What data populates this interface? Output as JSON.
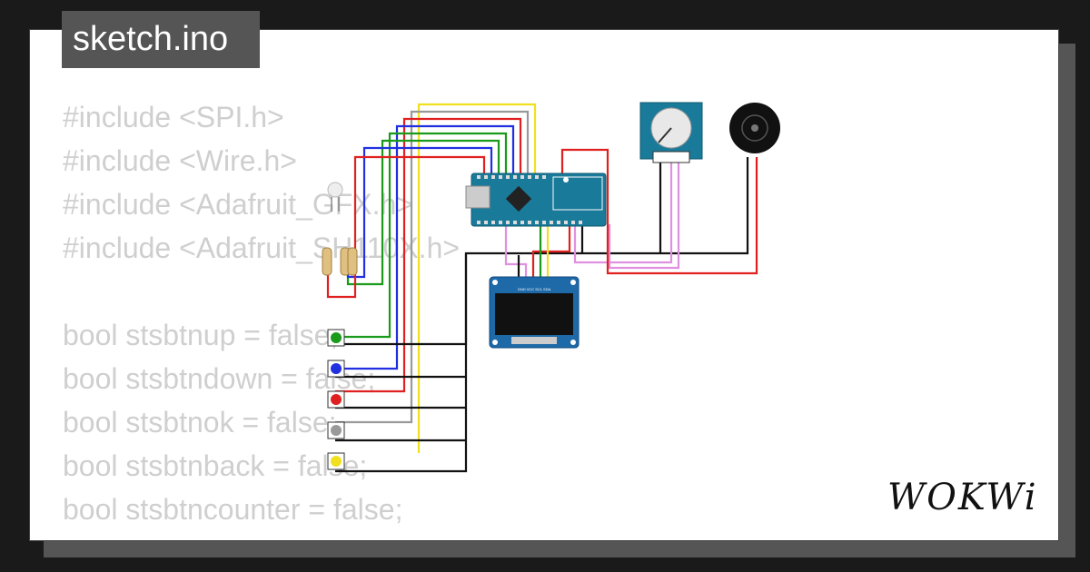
{
  "title": "sketch.ino",
  "code_lines": [
    "#include <SPI.h>",
    "#include <Wire.h>",
    "#include <Adafruit_GFX.h>",
    "#include <Adafruit_SH110X.h>",
    "",
    "bool stsbtnup = false;",
    "bool stsbtndown = false;",
    "bool stsbtnok = false;",
    "bool stsbtnback = false;",
    "bool stsbtncounter = false;"
  ],
  "logo_text": "WOKWi",
  "oled_pins": "GND VCC SCL SDA",
  "colors": {
    "wire_black": "#111111",
    "wire_red": "#e02020",
    "wire_green": "#1a9a1a",
    "wire_blue": "#2030e0",
    "wire_gray": "#999999",
    "wire_yellow": "#f0e020",
    "wire_pink": "#e090e0",
    "board_blue": "#1a7a9a"
  },
  "icons": [
    "arduino-nano-icon",
    "potentiometer-icon",
    "buzzer-icon",
    "oled-display-icon",
    "led-icon",
    "resistor-icon",
    "pushbutton-icon"
  ]
}
